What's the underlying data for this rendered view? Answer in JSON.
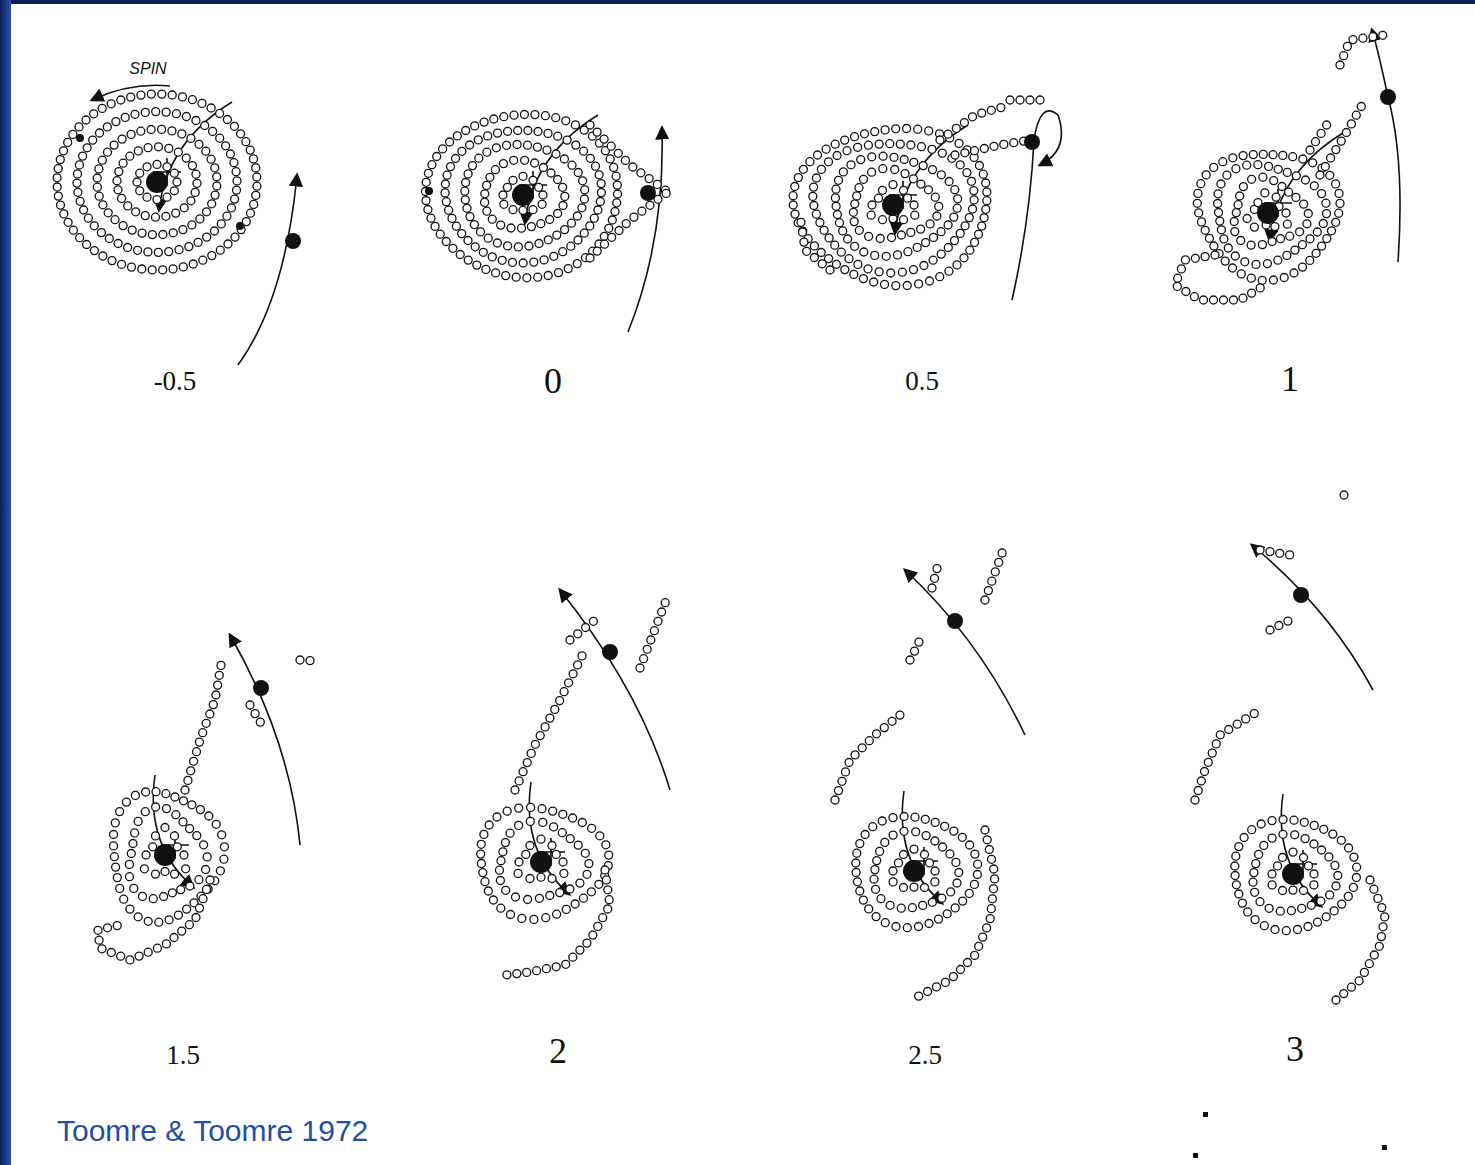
{
  "diagram": {
    "caption": "Toomre & Toomre 1972",
    "labels": [
      "SPIN",
      "-0.5",
      "0",
      "0.5",
      "1",
      "1.5",
      "2",
      "2.5",
      "3"
    ]
  }
}
